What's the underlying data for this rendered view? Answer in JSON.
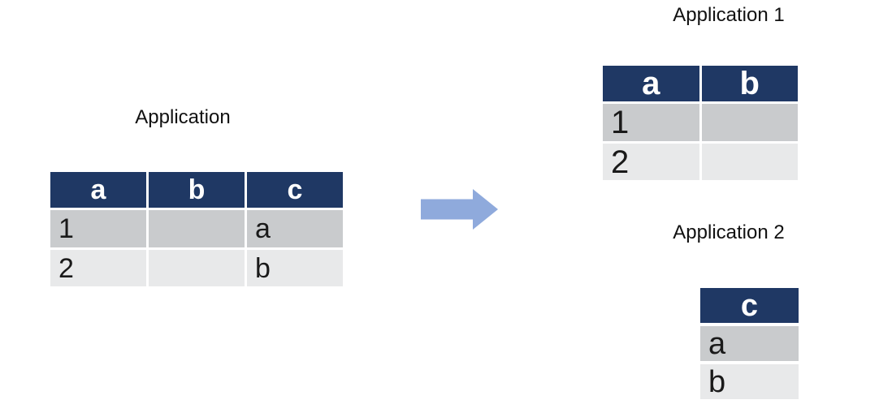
{
  "diagram": {
    "source": {
      "title": "Application",
      "columns": [
        "a",
        "b",
        "c"
      ],
      "rows": [
        [
          "1",
          "",
          "a"
        ],
        [
          "2",
          "",
          "b"
        ]
      ]
    },
    "arrow": {
      "icon": "right-arrow",
      "direction": "right"
    },
    "outputs": [
      {
        "title": "Application 1",
        "columns": [
          "a",
          "b"
        ],
        "rows": [
          [
            "1",
            ""
          ],
          [
            "2",
            ""
          ]
        ]
      },
      {
        "title": "Application 2",
        "columns": [
          "c"
        ],
        "rows": [
          [
            "a"
          ],
          [
            "b"
          ]
        ]
      }
    ]
  },
  "colors": {
    "header_bg": "#1f3864",
    "header_text": "#ffffff",
    "row_odd_bg": "#c9cbcd",
    "row_even_bg": "#e8e9ea",
    "arrow_fill": "#8faadc",
    "text": "#1a1a1a",
    "background": "#ffffff"
  }
}
